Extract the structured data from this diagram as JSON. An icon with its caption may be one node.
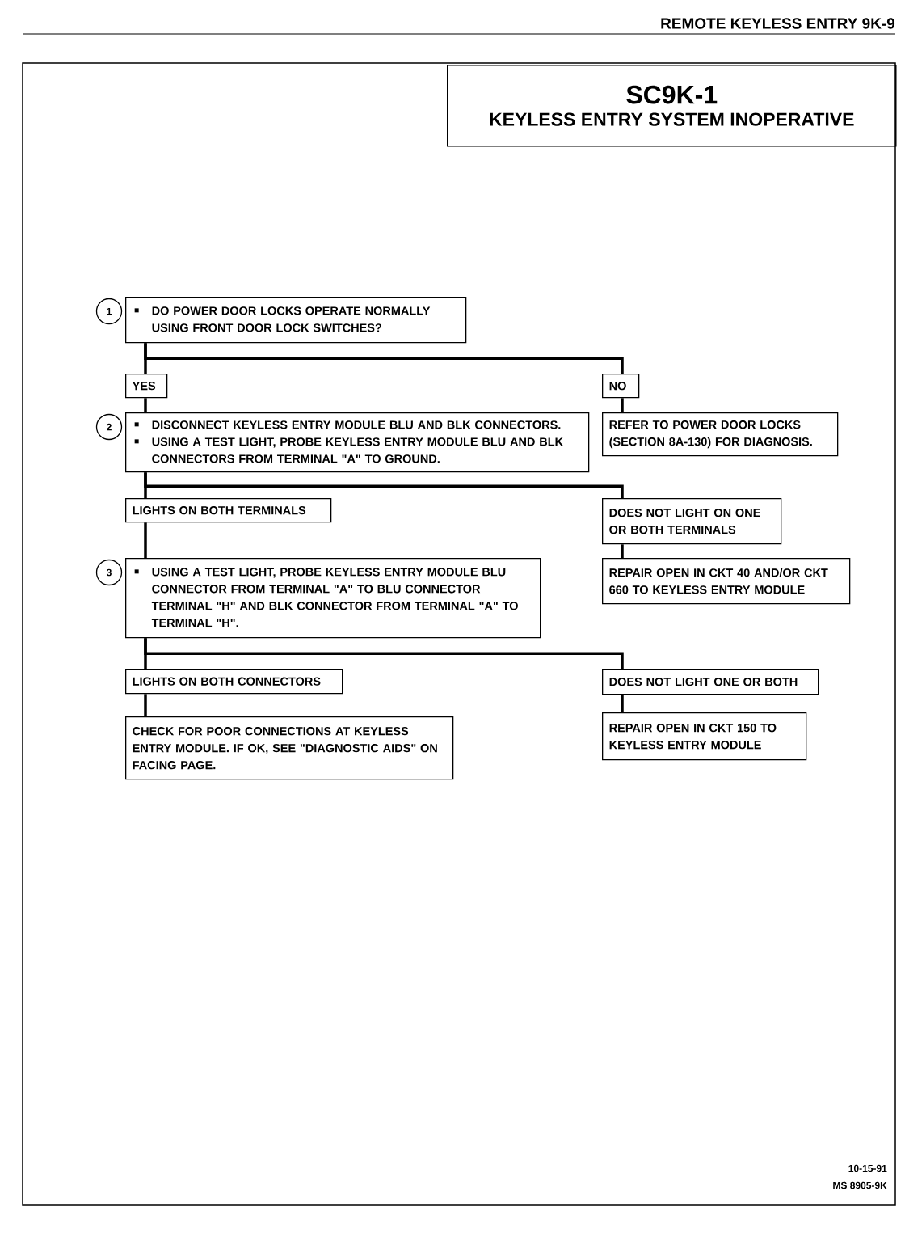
{
  "diagram": {
    "nodes": [
      {
        "text": [
          "SC9K-1",
          "KEYLESS ENTRY SYSTEM INOPERATIVE"
        ]
      },
      {
        "text": [
          "DO POWER DOOR LOCKS OPERATE NORMALLY USING FRONT DOOR LOCK SWITCHES?"
        ],
        "beside": [
          "1"
        ]
      },
      {
        "text": [
          "YES"
        ]
      },
      {
        "text": [
          "NO"
        ]
      },
      {
        "text": [
          "DISCONNECT KEYLESS ENTRY MODULE BLU AND BLK CONNECTORS.",
          "USING A TEST LIGHT, PROBE KEYLESS ENTRY MODULE BLU AND BLK CONNECTORS FROM TERMINAL \"A\" TO GROUND."
        ],
        "beside": [
          "2"
        ]
      },
      {
        "text": [
          "REFER TO POWER DOOR LOCKS (SECTION 8A-130) FOR DIAGNOSIS."
        ]
      },
      {
        "text": [
          "LIGHTS ON BOTH TERMINALS"
        ]
      },
      {
        "text": [
          "DOES NOT LIGHT ON ONE OR BOTH TERMINALS"
        ]
      },
      {
        "text": [
          "USING A TEST LIGHT, PROBE KEYLESS ENTRY MODULE BLU CONNECTOR FROM TERMINAL \"A\" TO BLU CONNECTOR TERMINAL \"H\" AND BLK CONNECTOR FROM TERMINAL \"A\" TO TERMINAL \"H\"."
        ],
        "beside": [
          "3"
        ]
      },
      {
        "text": [
          "REPAIR OPEN IN CKT 40 AND/OR CKT 660 TO KEYLESS ENTRY MODULE"
        ]
      },
      {
        "text": [
          "LIGHTS ON BOTH CONNECTORS"
        ]
      },
      {
        "text": [
          "DOES NOT LIGHT ONE OR BOTH"
        ]
      },
      {
        "text": [
          "CHECK FOR POOR CONNECTIONS AT KEYLESS ENTRY MODULE. IF OK, SEE \"DIAGNOSTIC AIDS\" ON FACING PAGE."
        ]
      },
      {
        "text": [
          "REPAIR OPEN IN CKT 150 TO KEYLESS ENTRY MODULE"
        ]
      }
    ],
    "edges": [
      {
        "from": 1,
        "to": 2,
        "arrow": "none"
      },
      {
        "from": 1,
        "to": 3,
        "arrow": "none"
      },
      {
        "from": 2,
        "to": 4,
        "arrow": "none"
      },
      {
        "from": 3,
        "to": 5,
        "arrow": "none"
      },
      {
        "from": 4,
        "to": 6,
        "arrow": "none"
      },
      {
        "from": 4,
        "to": 7,
        "arrow": "none"
      },
      {
        "from": 6,
        "to": 8,
        "arrow": "none"
      },
      {
        "from": 7,
        "to": 9,
        "arrow": "none"
      },
      {
        "from": 8,
        "to": 10,
        "arrow": "none"
      },
      {
        "from": 8,
        "to": 11,
        "arrow": "none"
      },
      {
        "from": 10,
        "to": 12,
        "arrow": "none"
      },
      {
        "from": 11,
        "to": 13,
        "arrow": "none"
      }
    ],
    "labels": [
      "REMOTE KEYLESS ENTRY 9K-9",
      "10-15-91",
      "MS 8905-9K"
    ]
  }
}
